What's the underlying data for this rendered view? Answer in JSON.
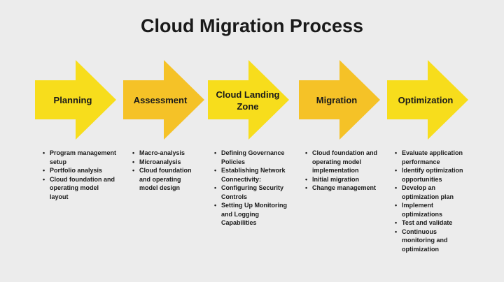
{
  "title": "Cloud Migration Process",
  "colors": {
    "light": "#f7dd1c",
    "dark": "#f5c227",
    "background": "#ececec"
  },
  "steps": [
    {
      "label": "Planning",
      "color": "light",
      "items": [
        "Program management setup",
        "Portfolio analysis",
        "Cloud foundation and operating model layout"
      ]
    },
    {
      "label": "Assessment",
      "color": "dark",
      "items": [
        "Macro-analysis",
        "Microanalysis",
        "Cloud foundation and operating model design"
      ]
    },
    {
      "label": "Cloud Landing Zone",
      "color": "light",
      "items": [
        "Defining Governance Policies",
        "Establishing Network Connectivity:",
        "Configuring Security Controls",
        "Setting Up Monitoring and Logging Capabilities"
      ]
    },
    {
      "label": "Migration",
      "color": "dark",
      "items": [
        "Cloud foundation and operating model implementation",
        "Initial migration",
        "Change management"
      ]
    },
    {
      "label": "Optimization",
      "color": "light",
      "items": [
        "Evaluate application performance",
        "Identify optimization opportunities",
        "Develop an optimization plan",
        "Implement optimizations",
        "Test and validate",
        "Continuous monitoring and optimization"
      ]
    }
  ]
}
